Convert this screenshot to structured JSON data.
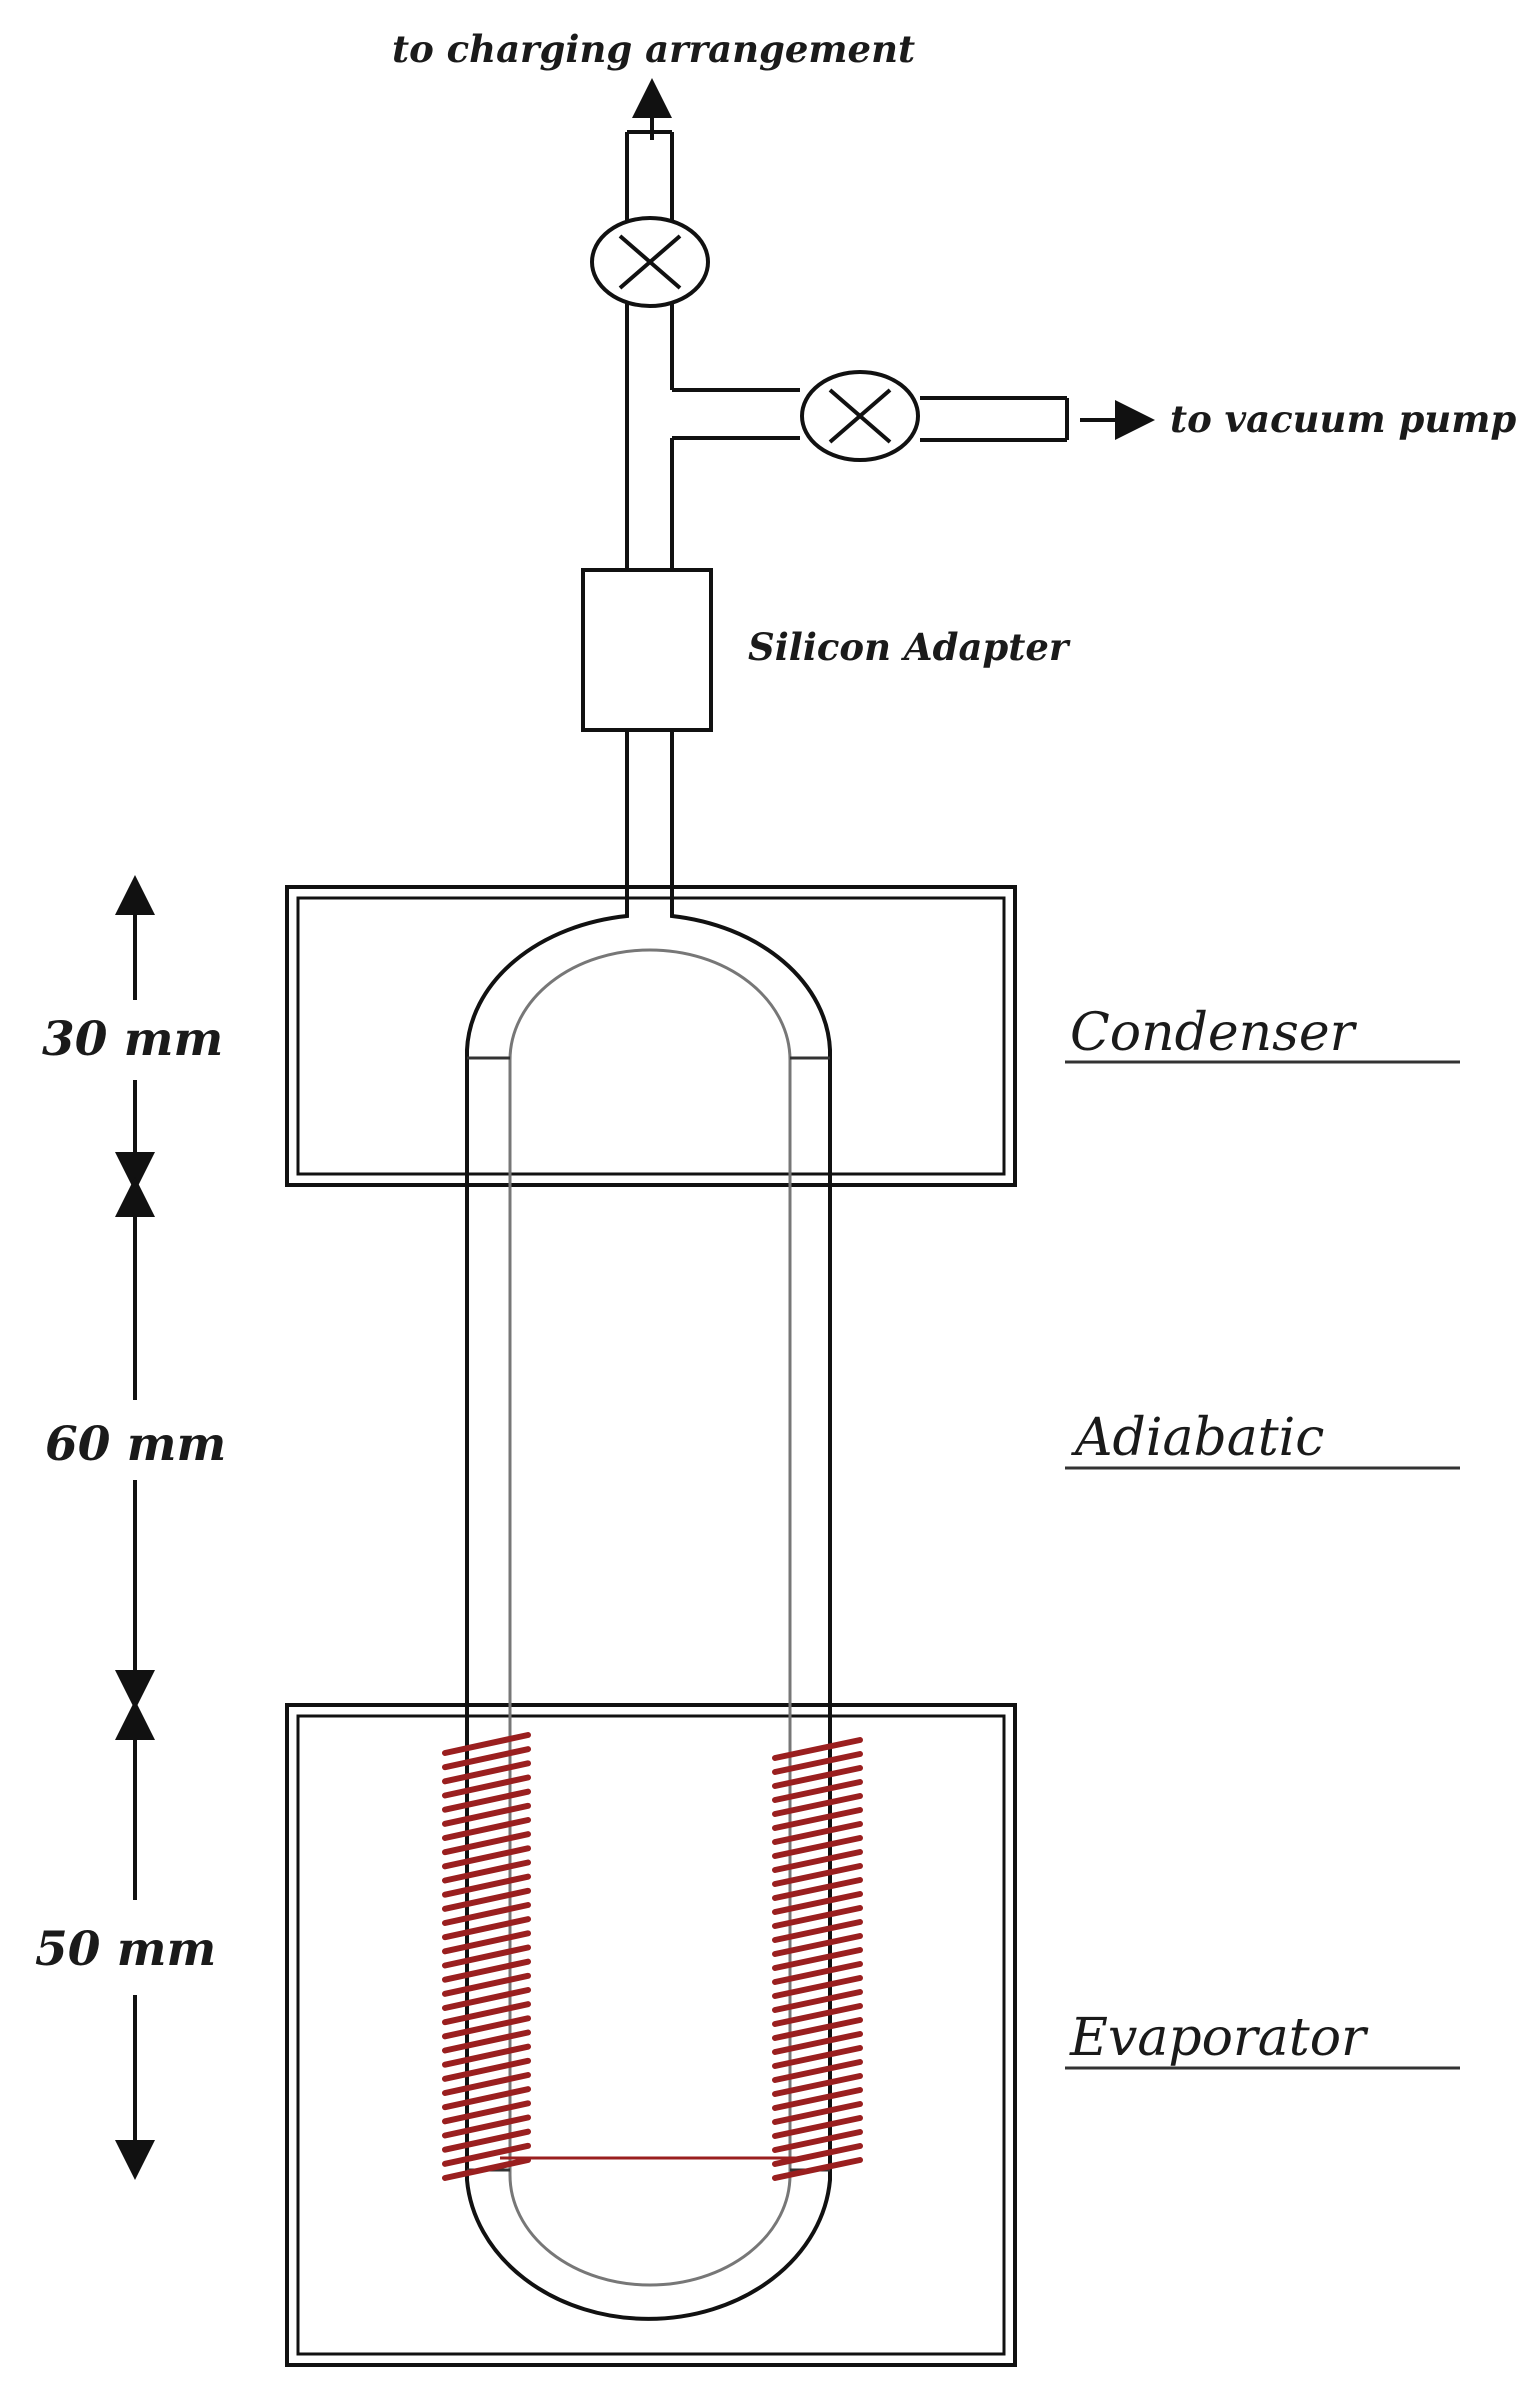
{
  "labels": {
    "charging": "to charging arrangement",
    "vacuum": "to vacuum pump",
    "adapter": "Silicon Adapter",
    "condenser": "Condenser",
    "adiabatic": "Adiabatic",
    "evaporator": "Evaporator"
  },
  "dimensions": {
    "condenser": "30 mm",
    "adiabatic": "60 mm",
    "evaporator": "50 mm"
  },
  "colors": {
    "line": "#111111",
    "heater_coil": "#9a1f1f"
  },
  "icons": [
    "valve-icon",
    "arrow-up-icon",
    "arrow-right-icon",
    "heater-coil-icon"
  ]
}
